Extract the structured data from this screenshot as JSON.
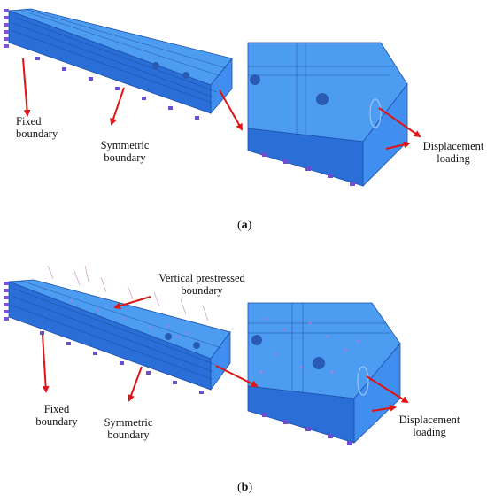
{
  "panel_a": {
    "caption_open": "(",
    "caption_letter": "a",
    "caption_close": ")",
    "labels": {
      "fixed_1": "Fixed",
      "fixed_2": "boundary",
      "sym_1": "Symmetric",
      "sym_2": "boundary",
      "disp_1": "Displacement",
      "disp_2": "loading"
    }
  },
  "panel_b": {
    "caption_open": "(",
    "caption_letter": "b",
    "caption_close": ")",
    "labels": {
      "vert_1": "Vertical prestressed",
      "vert_2": "boundary",
      "fixed_1": "Fixed",
      "fixed_2": "boundary",
      "sym_1": "Symmetric",
      "sym_2": "boundary",
      "disp_1": "Displacement",
      "disp_2": "loading"
    }
  },
  "colors": {
    "beam_top": "#4c9cf2",
    "beam_side": "#2a6fd8",
    "beam_end": "#3f8ef0",
    "arrow": "#e01414"
  }
}
